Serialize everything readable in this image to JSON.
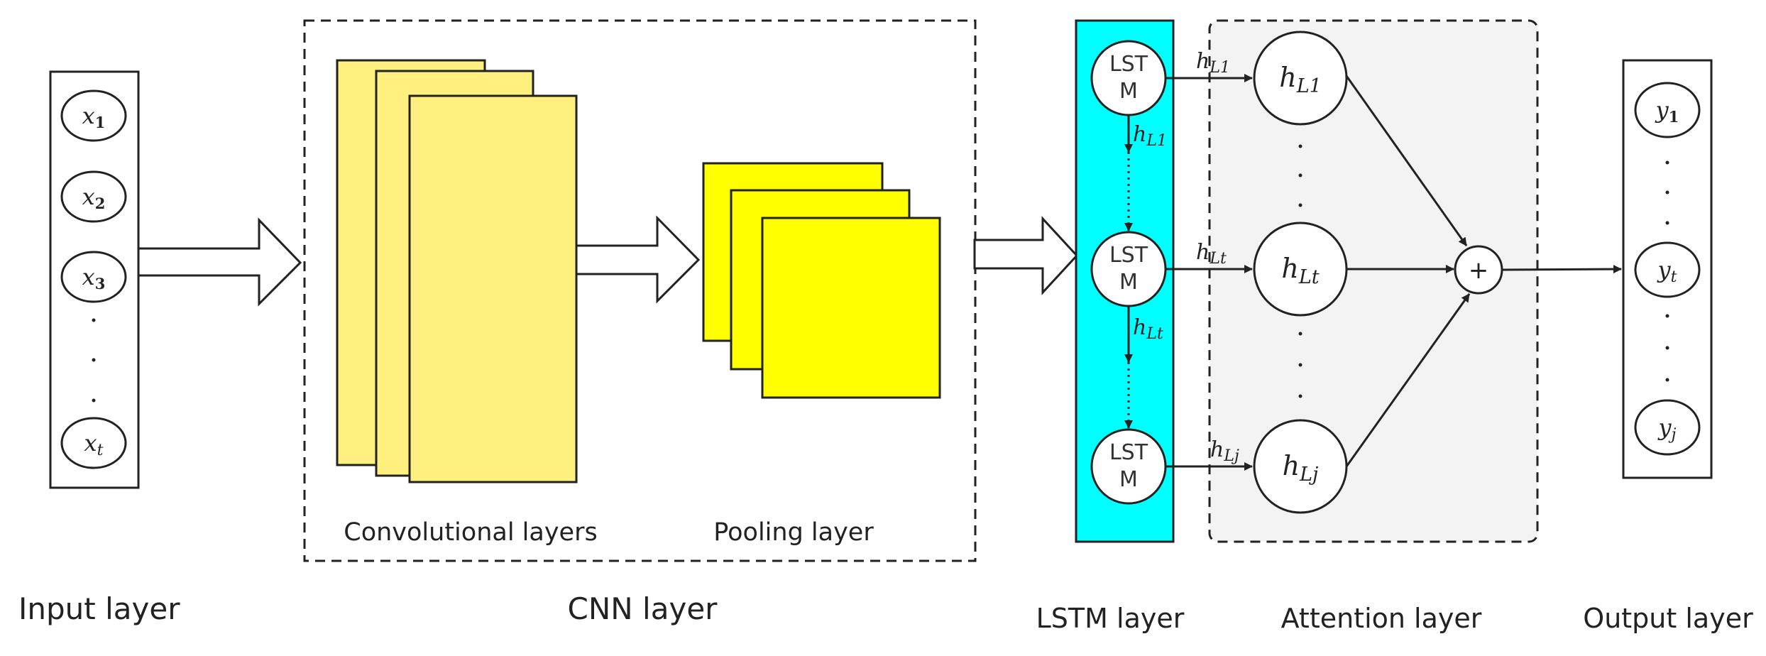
{
  "colors": {
    "conv_fill": "#FFF07F",
    "pool_fill": "#FFFF00",
    "lstm_fill": "#00FFFF",
    "attention_fill": "#F3F3F3",
    "stroke": "#222222"
  },
  "captions": {
    "input": "Input layer",
    "cnn": "CNN layer",
    "lstm": "LSTM layer",
    "attention": "Attention layer",
    "output": "Output layer",
    "conv": "Convolutional layers",
    "pool": "Pooling layer"
  },
  "input_nodes": [
    {
      "base": "x",
      "sub": "1"
    },
    {
      "base": "x",
      "sub": "2"
    },
    {
      "base": "x",
      "sub": "3"
    },
    {
      "base": "x",
      "sub": "t"
    }
  ],
  "lstm_cells": [
    {
      "line1": "LST",
      "line2": "M"
    },
    {
      "line1": "LST",
      "line2": "M"
    },
    {
      "line1": "LST",
      "line2": "M"
    }
  ],
  "lstm_down_labels": [
    {
      "base": "h",
      "sub": "L1"
    },
    {
      "base": "h",
      "sub": "Lt"
    }
  ],
  "arrow_labels": [
    {
      "base": "h",
      "sub": "L1"
    },
    {
      "base": "h",
      "sub": "Lt"
    },
    {
      "base": "h",
      "sub": "Lj"
    }
  ],
  "attention_nodes": [
    {
      "base": "h",
      "sub": "L1"
    },
    {
      "base": "h",
      "sub": "Lt"
    },
    {
      "base": "h",
      "sub": "Lj"
    }
  ],
  "sum_symbol": "+",
  "output_nodes": [
    {
      "base": "y",
      "sub": "1"
    },
    {
      "base": "y",
      "sub": "t"
    },
    {
      "base": "y",
      "sub": "j"
    }
  ]
}
